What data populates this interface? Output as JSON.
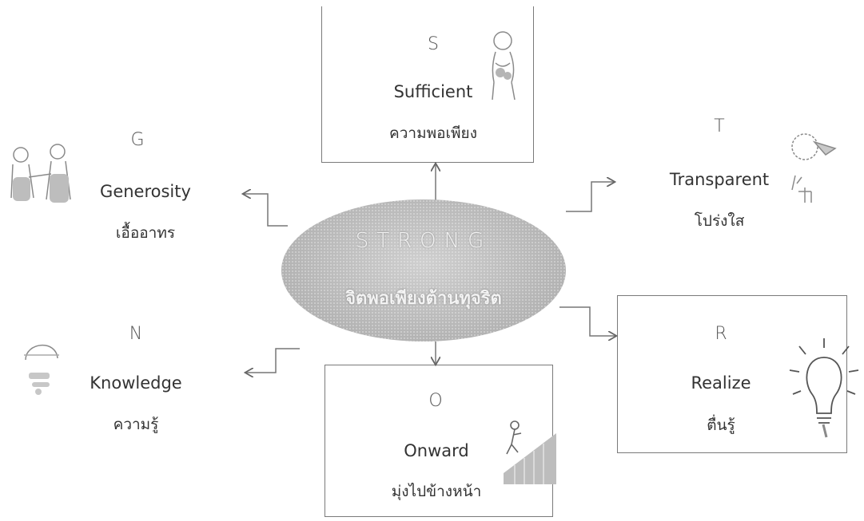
{
  "center": {
    "title": "STRONG",
    "subtitle": "จิตพอเพียงต้านทุจริต"
  },
  "nodes": {
    "s": {
      "letter": "S",
      "english": "Sufficient",
      "thai": "ความพอเพียง",
      "icon": "person-icon"
    },
    "t": {
      "letter": "T",
      "english": "Transparent",
      "thai": "โปร่งใส",
      "icon": "magnifier-person-icon"
    },
    "r": {
      "letter": "R",
      "english": "Realize",
      "thai": "ตื่นรู้",
      "icon": "lightbulb-icon"
    },
    "o": {
      "letter": "O",
      "english": "Onward",
      "thai": "มุ่งไปข้างหน้า",
      "icon": "stairs-climber-icon"
    },
    "n": {
      "letter": "N",
      "english": "Knowledge",
      "thai": "ความรู้",
      "icon": "thinking-head-icon"
    },
    "g": {
      "letter": "G",
      "english": "Generosity",
      "thai": "เอื้ออาทร",
      "icon": "people-helping-icon"
    }
  }
}
